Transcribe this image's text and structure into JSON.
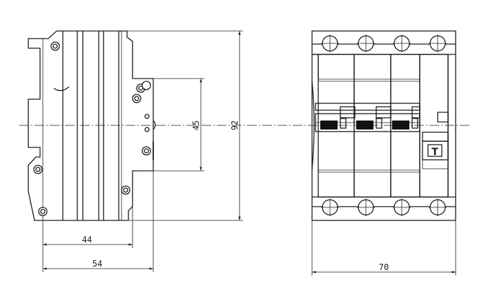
{
  "dimensions": {
    "width_44": "44",
    "width_54": "54",
    "height_45": "45",
    "height_92": "92",
    "width_70": "70"
  },
  "front_view": {
    "test_button_glyph": "T"
  },
  "colors": {
    "line": "#1a1a1a",
    "background": "#ffffff"
  }
}
